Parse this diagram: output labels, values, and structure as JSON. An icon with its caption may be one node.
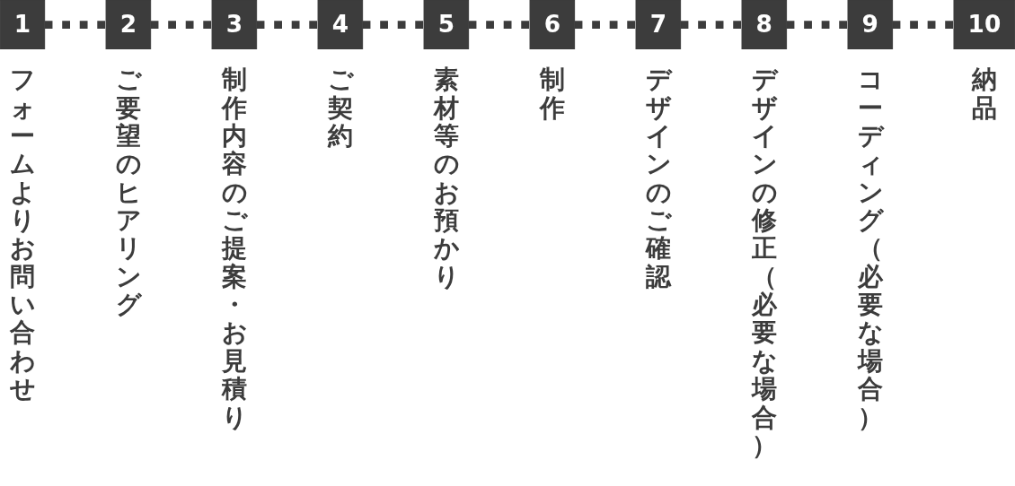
{
  "diagram": {
    "nodes": [
      {
        "text": [
          "1"
        ],
        "beside": [
          "フォームよりお問い合わせ"
        ]
      },
      {
        "text": [
          "2"
        ],
        "beside": [
          "ご要望のヒアリング"
        ]
      },
      {
        "text": [
          "3"
        ],
        "beside": [
          "制作内容のご提案・お見積り"
        ]
      },
      {
        "text": [
          "4"
        ],
        "beside": [
          "ご契約"
        ]
      },
      {
        "text": [
          "5"
        ],
        "beside": [
          "素材等のお預かり"
        ]
      },
      {
        "text": [
          "6"
        ],
        "beside": [
          "制作"
        ]
      },
      {
        "text": [
          "7"
        ],
        "beside": [
          "デザインのご確認"
        ]
      },
      {
        "text": [
          "8"
        ],
        "beside": [
          "デザインの修正（必要な場合）"
        ]
      },
      {
        "text": [
          "9"
        ],
        "beside": [
          "コーディング（必要な場合）"
        ]
      },
      {
        "text": [
          "10"
        ],
        "beside": [
          "納品"
        ]
      }
    ],
    "edges": [
      {
        "from": 0,
        "to": 1,
        "arrow": "none",
        "style": "dashed"
      },
      {
        "from": 1,
        "to": 2,
        "arrow": "none",
        "style": "dashed"
      },
      {
        "from": 2,
        "to": 3,
        "arrow": "none",
        "style": "dashed"
      },
      {
        "from": 3,
        "to": 4,
        "arrow": "none",
        "style": "dashed"
      },
      {
        "from": 4,
        "to": 5,
        "arrow": "none",
        "style": "dashed"
      },
      {
        "from": 5,
        "to": 6,
        "arrow": "none",
        "style": "dashed"
      },
      {
        "from": 6,
        "to": 7,
        "arrow": "none",
        "style": "dashed"
      },
      {
        "from": 7,
        "to": 8,
        "arrow": "none",
        "style": "dashed"
      },
      {
        "from": 8,
        "to": 9,
        "arrow": "none",
        "style": "dashed"
      }
    ]
  }
}
